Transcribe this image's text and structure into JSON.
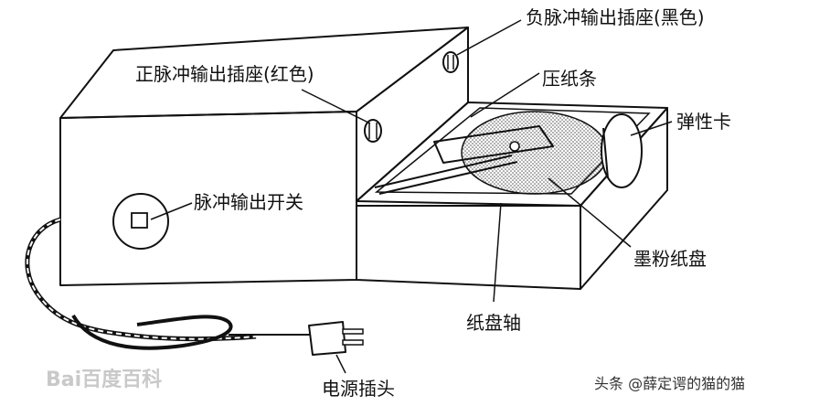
{
  "labels": {
    "negative_socket": "负脉冲输出插座(黑色)",
    "positive_socket": "正脉冲输出插座(红色)",
    "paper_strip": "压纸条",
    "spring_clip": "弹性卡",
    "switch": "脉冲输出开关",
    "toner_disc": "墨粉纸盘",
    "disc_axle": "纸盘轴",
    "plug": "电源插头"
  },
  "watermark": "Bai百度百科",
  "credit": "头条 @薛定谔的猫的猫"
}
